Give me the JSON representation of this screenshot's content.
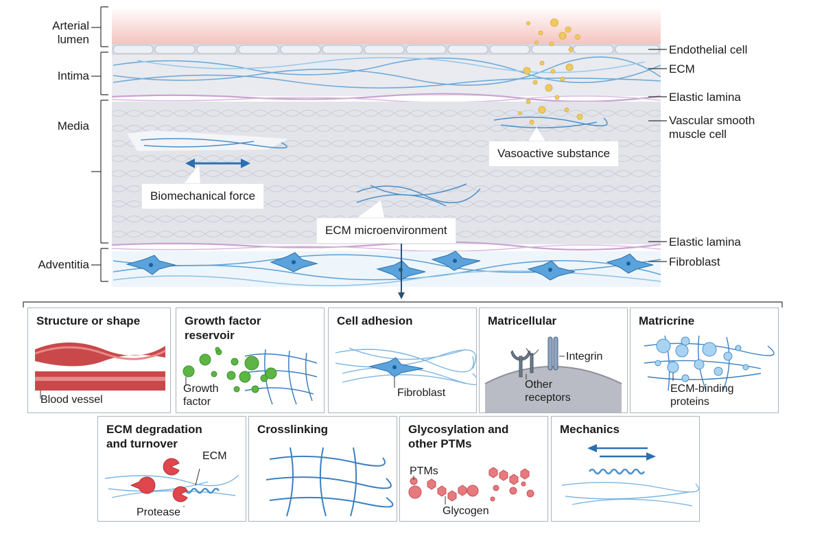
{
  "layers": {
    "arterial_lumen": "Arterial\nlumen",
    "intima": "Intima",
    "media": "Media",
    "adventitia": "Adventitia"
  },
  "right_labels": {
    "endothelial_cell": "Endothelial cell",
    "ecm": "ECM",
    "elastic_lamina_top": "Elastic lamina",
    "vsmc": "Vascular smooth\nmuscle cell",
    "elastic_lamina_bottom": "Elastic lamina",
    "fibroblast": "Fibroblast"
  },
  "callouts": {
    "vasoactive": "Vasoactive substance",
    "biomechanical": "Biomechanical force",
    "ecm_micro": "ECM microenvironment"
  },
  "panels": {
    "structure": {
      "title": "Structure or shape",
      "label": "Blood vessel"
    },
    "growth": {
      "title": "Growth factor\nreservoir",
      "label": "Growth\nfactor"
    },
    "adhesion": {
      "title": "Cell adhesion",
      "label": "Fibroblast"
    },
    "matricellular": {
      "title": "Matricellular",
      "integrin": "Integrin",
      "other": "Other\nreceptors"
    },
    "matricrine": {
      "title": "Matricrine",
      "label": "ECM-binding\nproteins"
    },
    "degradation": {
      "title": "ECM degradation\nand turnover",
      "ecm": "ECM",
      "protease": "Protease"
    },
    "crosslinking": {
      "title": "Crosslinking"
    },
    "glyco": {
      "title": "Glycosylation and\nother PTMs",
      "ptms": "PTMs",
      "glycogen": "Glycogen"
    },
    "mechanics": {
      "title": "Mechanics"
    }
  },
  "colors": {
    "lumen": "#f6c9c3",
    "wall": "#e4e6ec",
    "ecm_fiber": "#4a90c8",
    "elastic": "#c9a3cf",
    "vessel": "#c9484a",
    "growth_factor": "#5cb544",
    "protease": "#e0464d",
    "ptm": "#e77a7d",
    "arrow": "#2b6fb0"
  }
}
